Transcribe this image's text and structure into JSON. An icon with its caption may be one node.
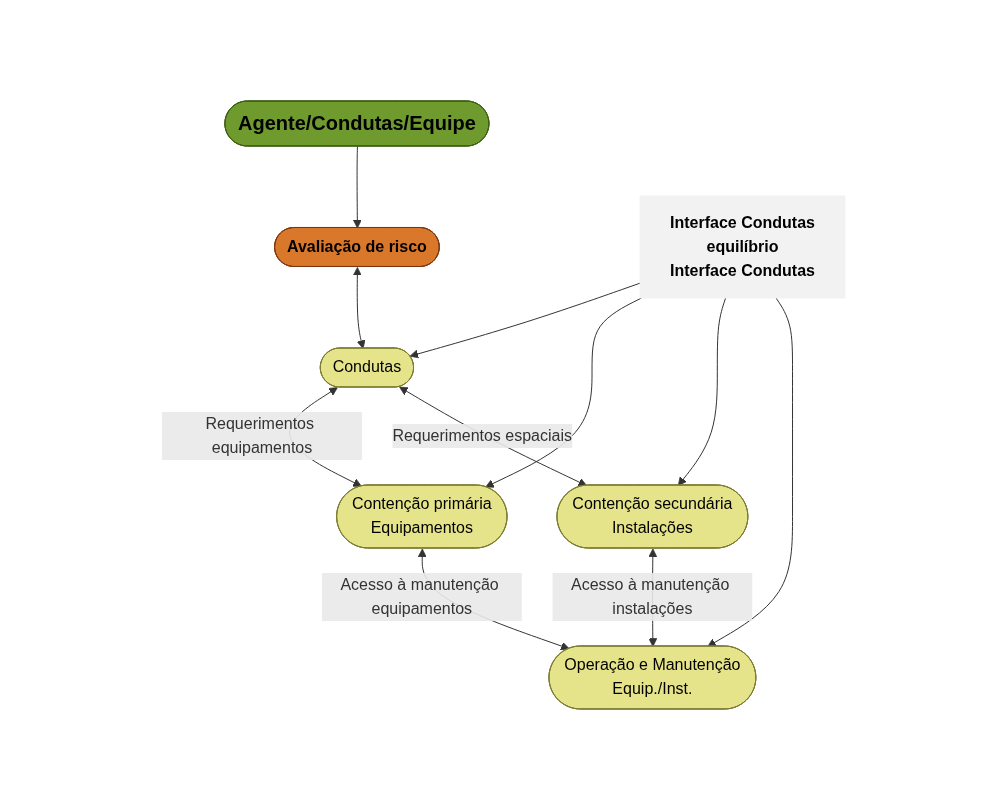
{
  "diagram": {
    "nodes": [
      {
        "text": [
          "Agente/Condutas/Equipe"
        ]
      },
      {
        "text": [
          "Avaliação de risco"
        ]
      },
      {
        "text": [
          "Condutas"
        ]
      },
      {
        "text": [
          "Interface Condutas",
          "equilíbrio",
          "Interface Condutas"
        ]
      },
      {
        "text": [
          "Contenção primária",
          "Equipamentos"
        ]
      },
      {
        "text": [
          "Contenção secundária",
          "Instalações"
        ]
      },
      {
        "text": [
          "Operação e Manutenção",
          "Equip./Inst."
        ]
      }
    ],
    "edges": [
      {
        "from": 0,
        "to": 1,
        "arrow": "to"
      },
      {
        "from": 1,
        "to": 2,
        "arrow": "both"
      },
      {
        "from": 2,
        "to": 4,
        "arrow": "both",
        "label": "Requerimentos equipamentos"
      },
      {
        "from": 2,
        "to": 5,
        "arrow": "both",
        "label": "Requerimentos espaciais"
      },
      {
        "from": 3,
        "to": 2,
        "arrow": "to"
      },
      {
        "from": 3,
        "to": 4,
        "arrow": "to"
      },
      {
        "from": 3,
        "to": 5,
        "arrow": "to"
      },
      {
        "from": 3,
        "to": 6,
        "arrow": "to"
      },
      {
        "from": 4,
        "to": 6,
        "arrow": "both",
        "label": "Acesso à manutenção equipamentos"
      },
      {
        "from": 5,
        "to": 6,
        "arrow": "both",
        "label": "Acesso à manutenção instalações"
      }
    ]
  }
}
